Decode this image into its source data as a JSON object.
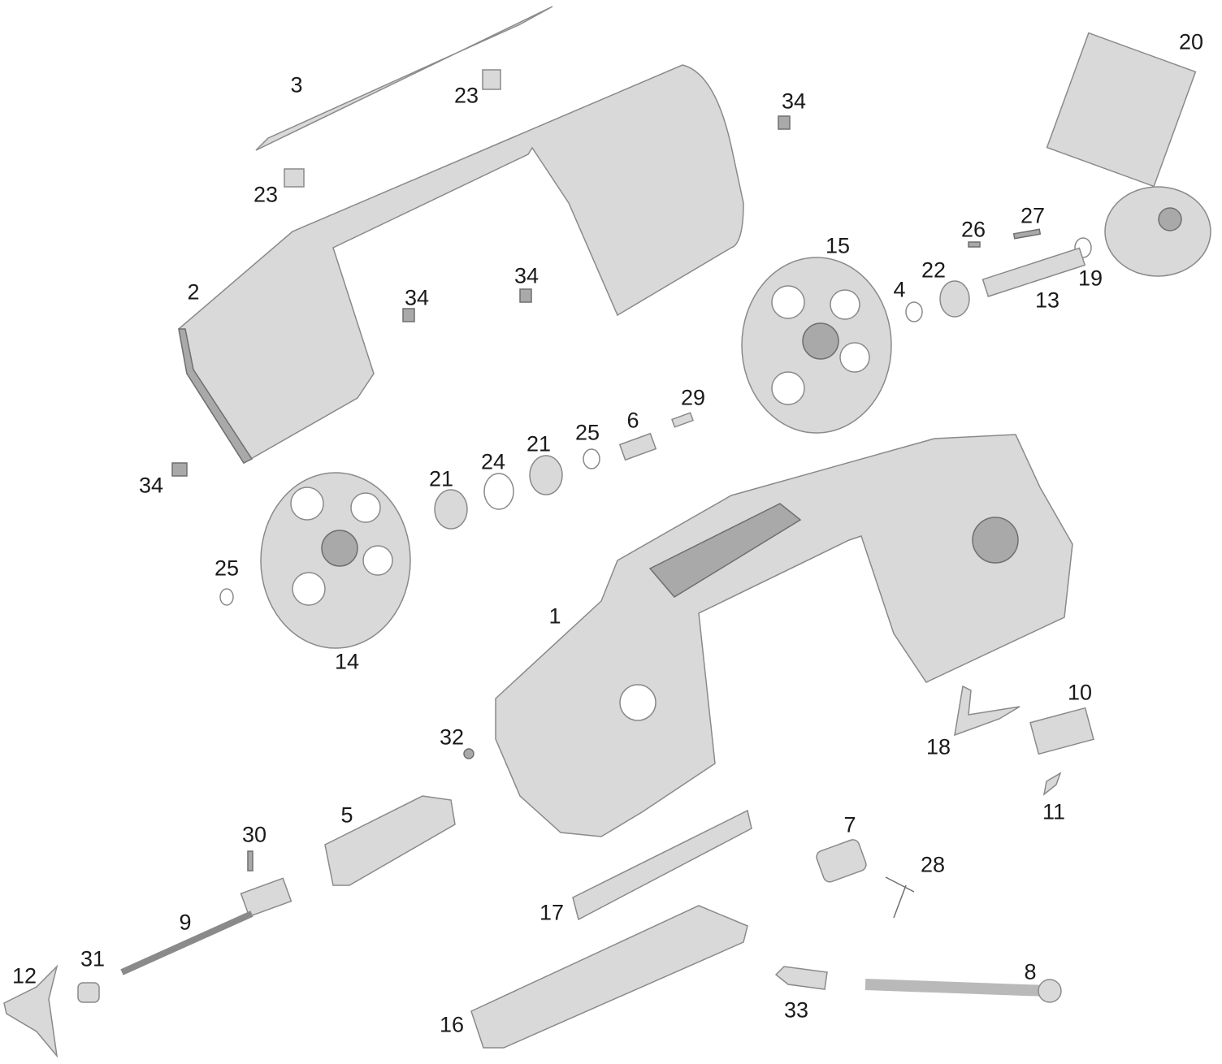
{
  "diagram_title": "",
  "part_numbers": [
    "3",
    "23",
    "23",
    "34",
    "2",
    "34",
    "34",
    "34",
    "15",
    "26",
    "27",
    "20",
    "22",
    "4",
    "19",
    "13",
    "29",
    "6",
    "25",
    "21",
    "24",
    "21",
    "25",
    "14",
    "1",
    "10",
    "18",
    "32",
    "11",
    "5",
    "7",
    "30",
    "28",
    "17",
    "9",
    "31",
    "12",
    "8",
    "33",
    "16"
  ],
  "colors": {
    "part_fill": "#d9d9d9",
    "part_edge": "#8a8a8a",
    "label": "#1a1a1a"
  }
}
